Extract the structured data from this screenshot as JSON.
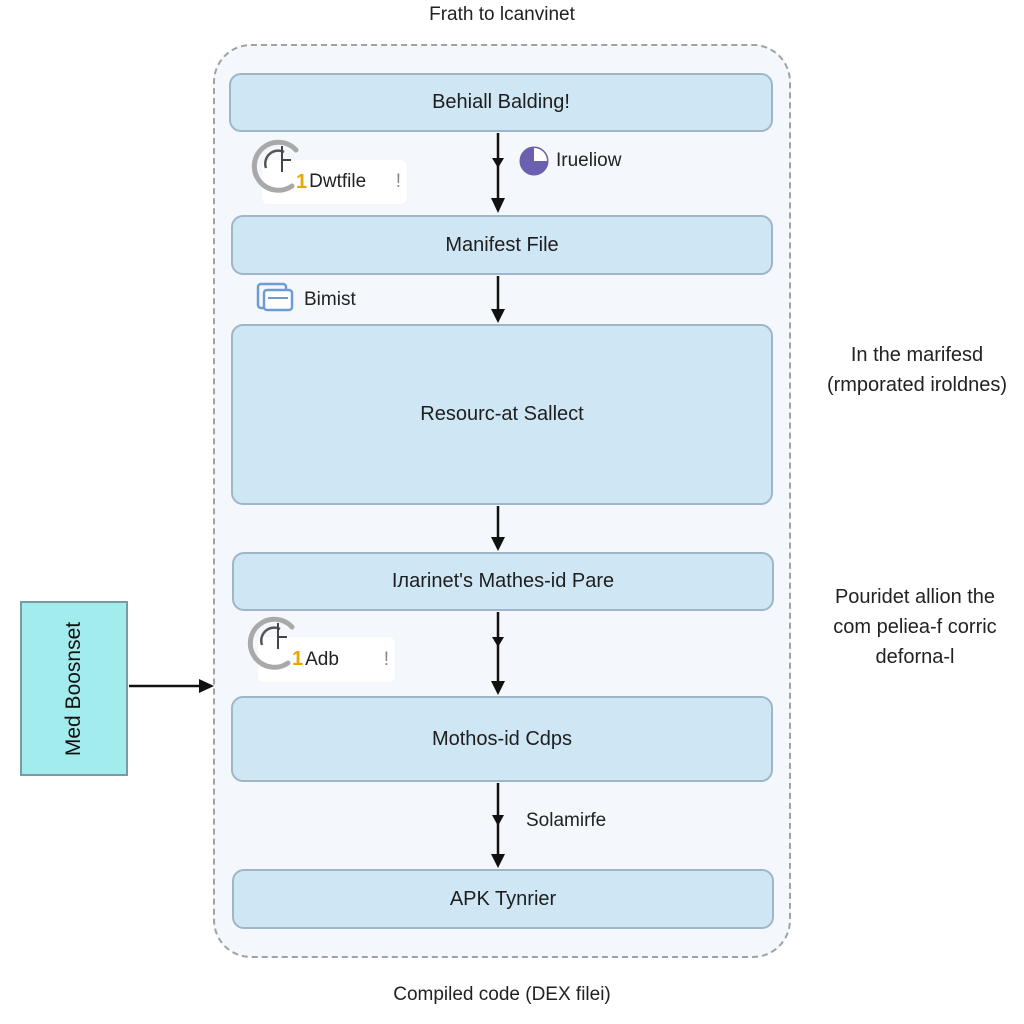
{
  "diagram": {
    "top_title": "Frath to lcanvinet",
    "bottom_title": "Compiled code (DEX filei)",
    "steps": [
      "Behiall Balding!",
      "Manifest File",
      "Resourc-at Sallect",
      "Ілarinet's Mathes-id Pare",
      "Mothos-id Cdps",
      "APK Tynrier"
    ],
    "labels": {
      "irueliow": "Irueliow",
      "bimist": "Bimist",
      "solamirfe": "Solamirfe"
    },
    "chips": [
      {
        "num": "1",
        "text": "Dwtfile",
        "mark": "!"
      },
      {
        "num": "1",
        "text": "Adb",
        "mark": "!"
      }
    ],
    "side_box": "Med Boosnset",
    "notes": {
      "right_1": [
        "In the marifesd",
        "(rmporated iroldnes)"
      ],
      "right_2": [
        "Pouridet allion the",
        "com peliea‑f corric",
        "deforna‑l"
      ]
    },
    "icons": {
      "clock": "clock-icon",
      "pie": "pie-chart-icon",
      "stack": "file-stack-icon"
    },
    "colors": {
      "step_fill": "#cfe6f5",
      "step_border": "#9eb6c8",
      "side_fill": "#a3ecee",
      "accent_yellow": "#e8a600",
      "pie_purple": "#6b5fb0"
    }
  }
}
